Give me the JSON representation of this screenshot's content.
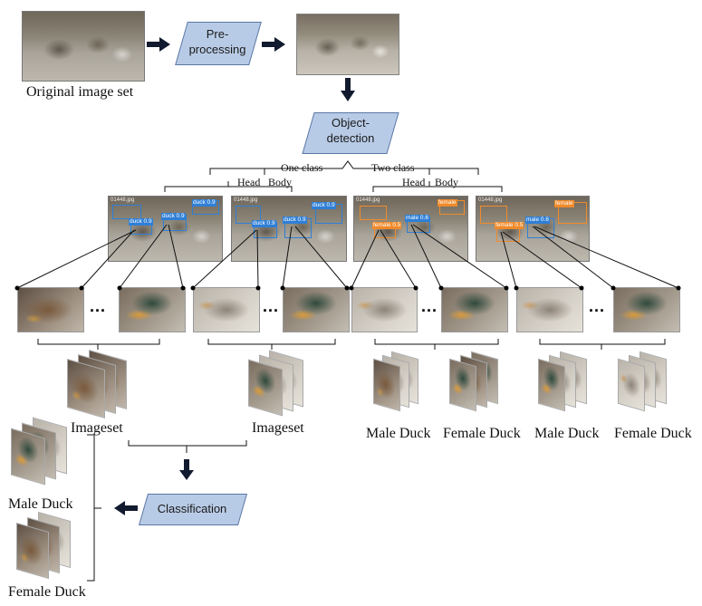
{
  "pipeline": {
    "original_label": "Original image set",
    "preprocessing_label": "Pre-\nprocessing",
    "object_detection_label": "Object-\ndetection",
    "classification_label": "Classification"
  },
  "branches": {
    "one_class": "One class",
    "two_class": "Two class",
    "head_left": "Head",
    "body_left": "Body",
    "head_right": "Head",
    "body_right": "Body"
  },
  "detections": {
    "filename": "01448.jpg",
    "one_class_label": "duck",
    "one_class_score": "0.9",
    "male_label": "male",
    "female_label": "female",
    "male_score": "0.6",
    "female_score": "0.5"
  },
  "ellipsis": "...",
  "outputs": {
    "imageset_left": "Imageset",
    "imageset_right": "Imageset",
    "male_duck_1": "Male Duck",
    "female_duck_1": "Female Duck",
    "male_duck_2": "Male Duck",
    "female_duck_2": "Female Duck",
    "final_male": "Male Duck",
    "final_female": "Female Duck"
  },
  "colors": {
    "box_one_class": "#2f7fd6",
    "box_two_class": "#f08a2a",
    "process_fill": "#b8cbe6",
    "process_border": "#5b77a5",
    "arrow": "#111a2e"
  }
}
